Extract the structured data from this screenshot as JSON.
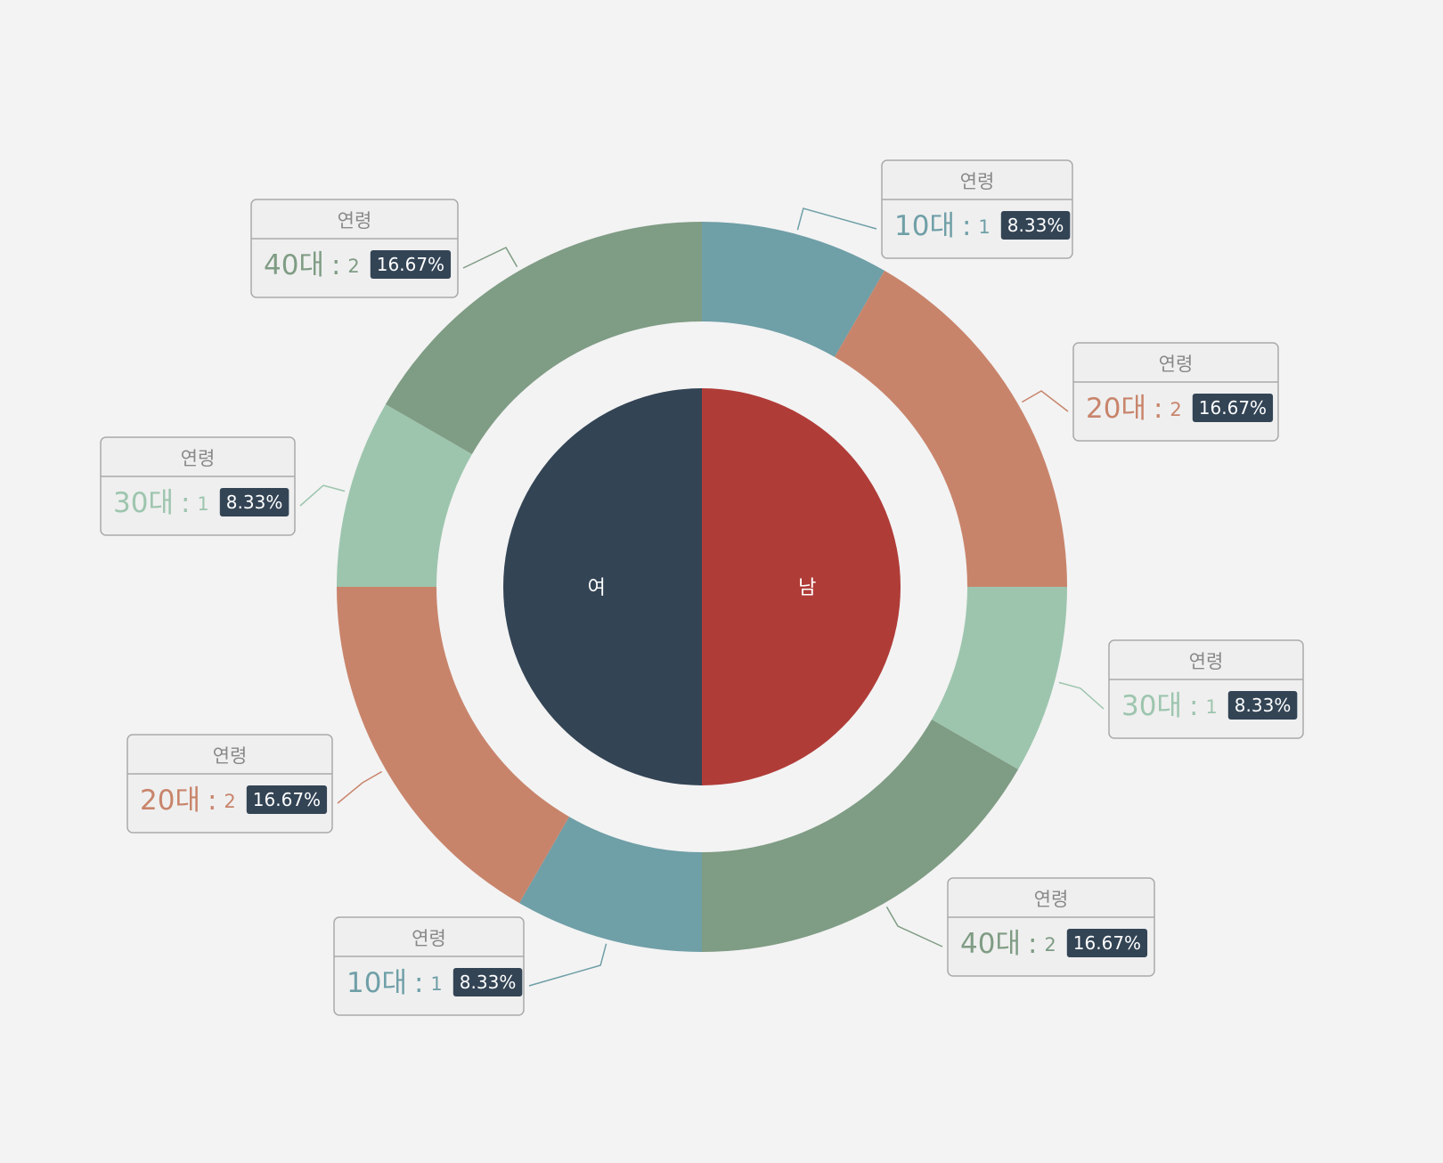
{
  "chart_data": {
    "type": "pie",
    "inner": {
      "type": "pie",
      "slices": [
        {
          "label": "남",
          "value": 6,
          "color": "#b03c38"
        },
        {
          "label": "여",
          "value": 6,
          "color": "#334455"
        }
      ]
    },
    "outer": {
      "type": "donut",
      "header": "연령",
      "slices": [
        {
          "label": "10대",
          "value": 1,
          "percent": "8.33%",
          "color": "#6f9fa7",
          "group": "남"
        },
        {
          "label": "20대",
          "value": 2,
          "percent": "16.67%",
          "color": "#c8846b",
          "group": "남"
        },
        {
          "label": "30대",
          "value": 1,
          "percent": "8.33%",
          "color": "#9dc5ae",
          "group": "남"
        },
        {
          "label": "40대",
          "value": 2,
          "percent": "16.67%",
          "color": "#7f9c84",
          "group": "남"
        },
        {
          "label": "10대",
          "value": 1,
          "percent": "8.33%",
          "color": "#6f9fa7",
          "group": "여"
        },
        {
          "label": "20대",
          "value": 2,
          "percent": "16.67%",
          "color": "#c8846b",
          "group": "여"
        },
        {
          "label": "30대",
          "value": 1,
          "percent": "8.33%",
          "color": "#9dc5ae",
          "group": "여"
        },
        {
          "label": "40대",
          "value": 2,
          "percent": "16.67%",
          "color": "#7f9c84",
          "group": "여"
        }
      ]
    },
    "separator": ":"
  }
}
